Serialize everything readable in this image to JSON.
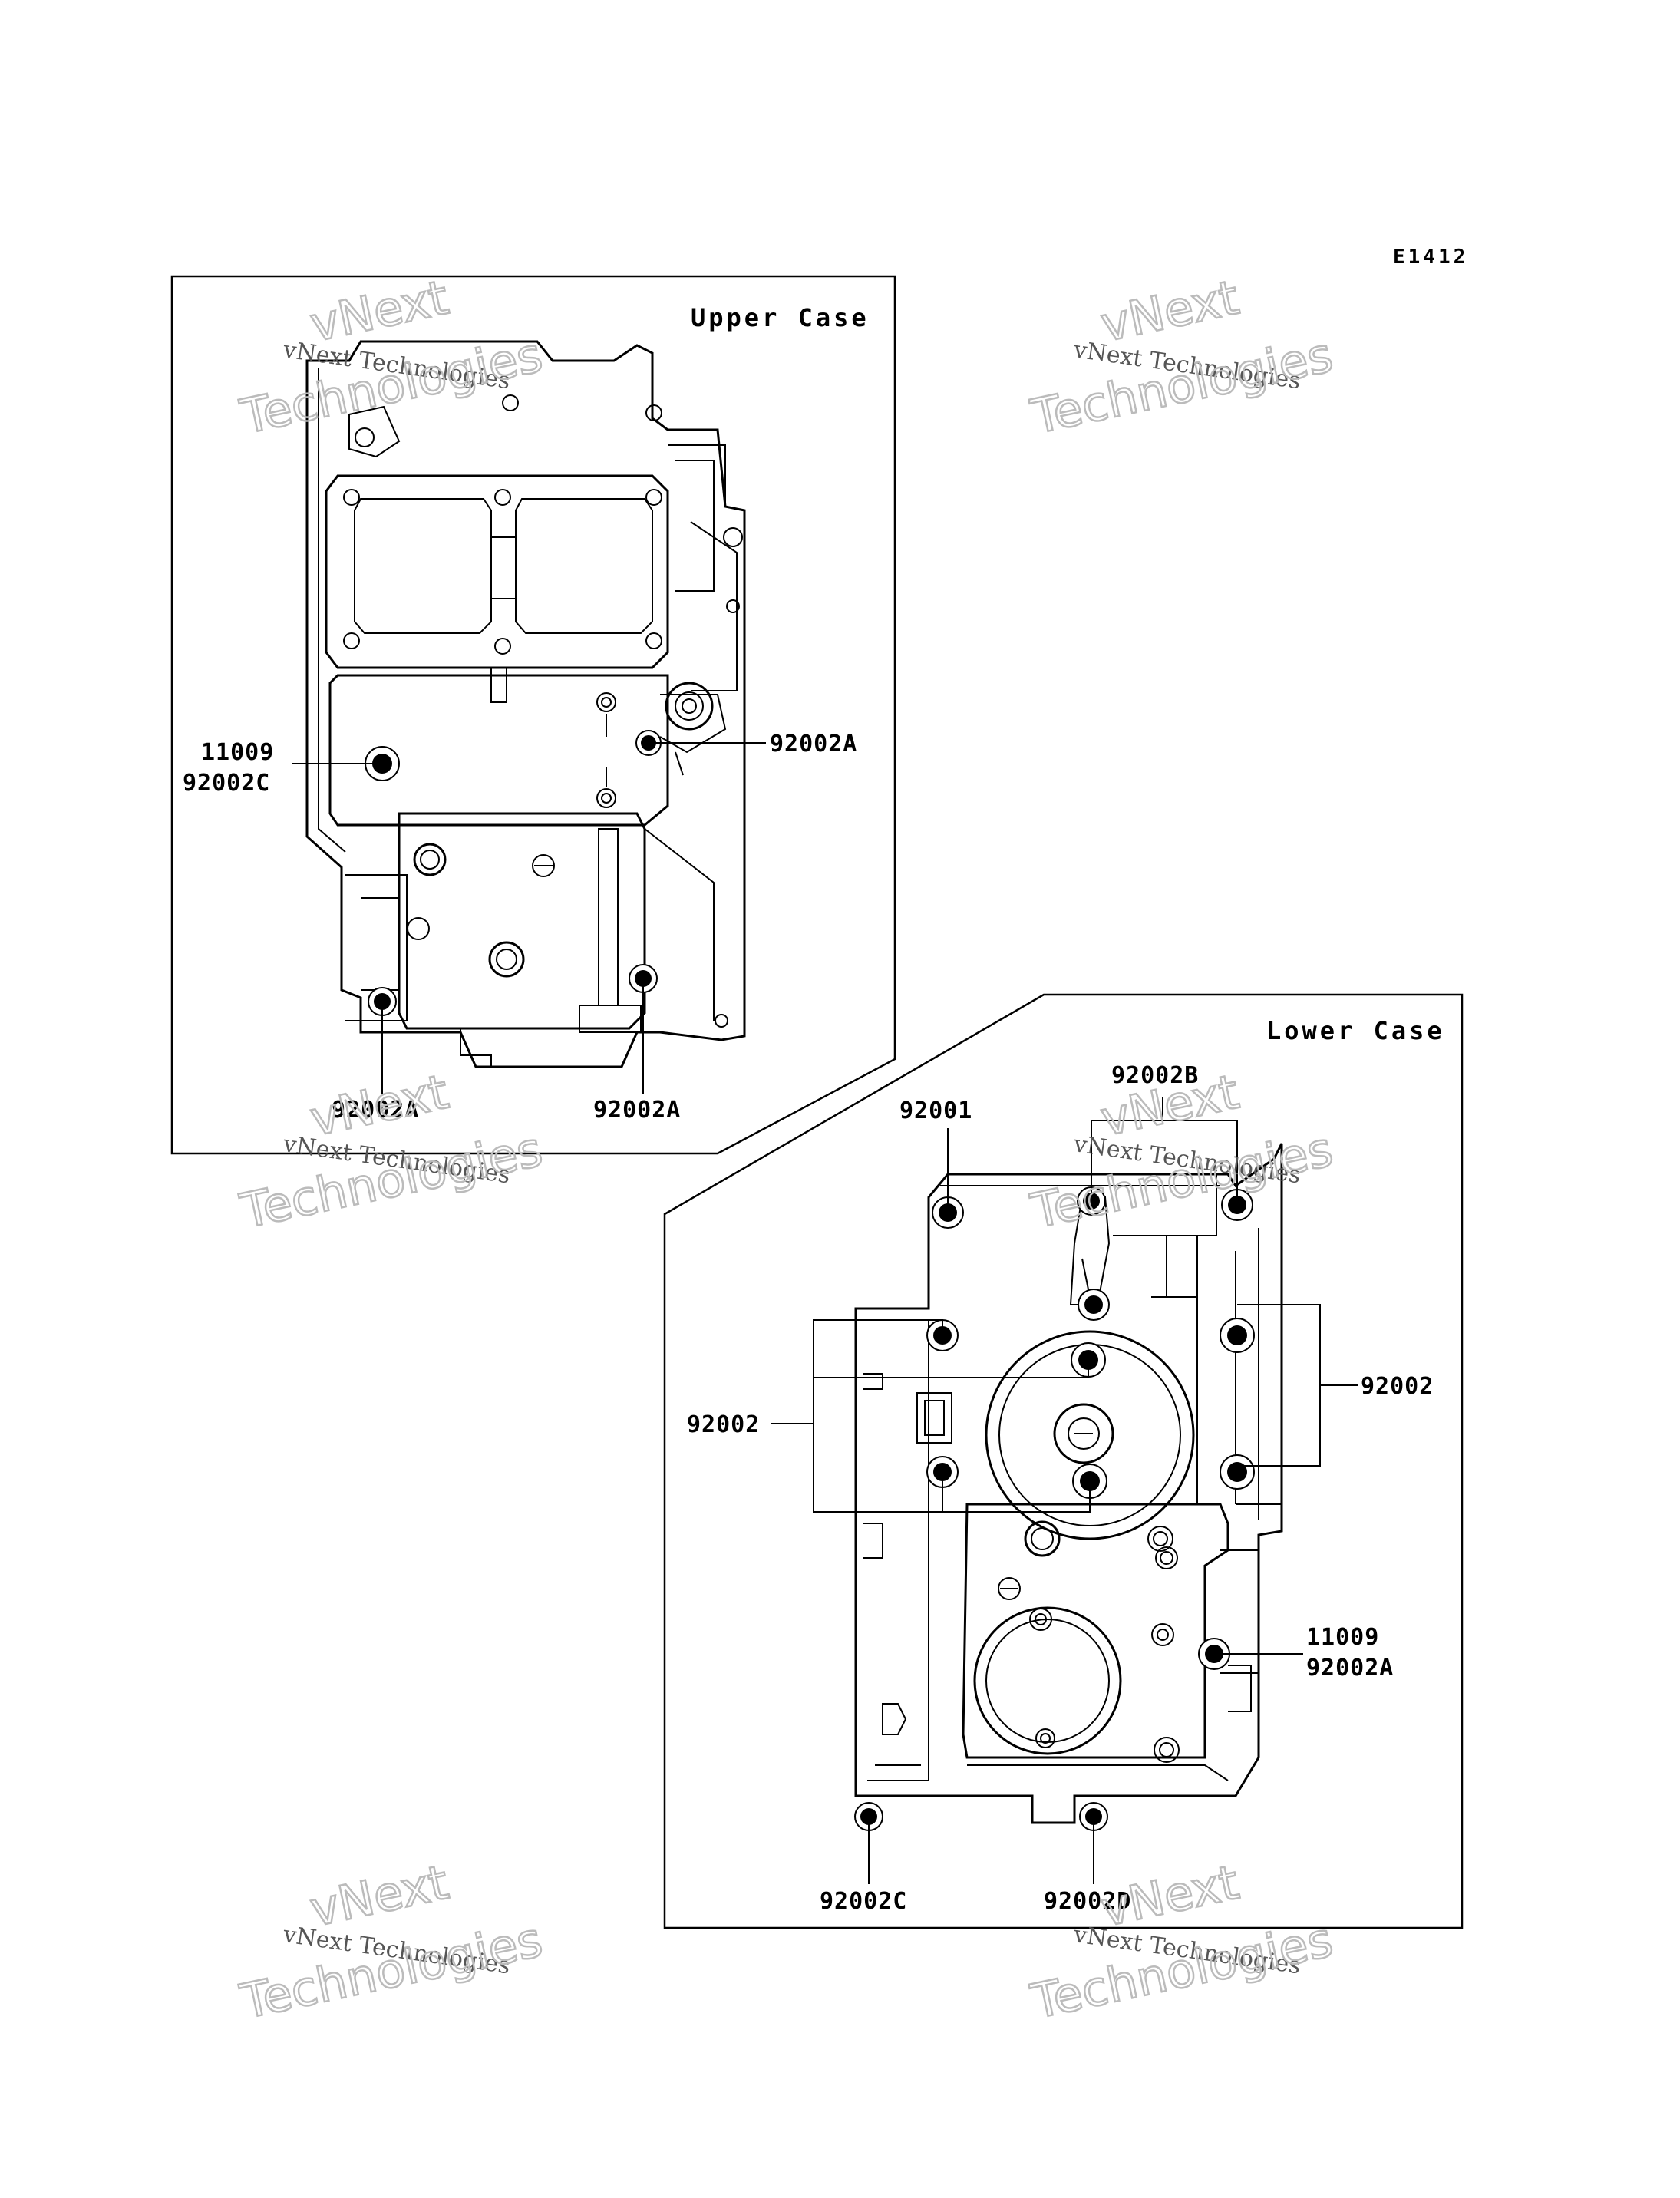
{
  "diagram_code": "E1412",
  "watermark": {
    "line1": "vNext",
    "line2": "vNext Technologies",
    "line3": "Technologies"
  },
  "upper_case": {
    "title": "Upper Case",
    "callouts": {
      "top_right": "92002A",
      "left_a": "11009",
      "left_b": "92002C",
      "bottom_left": "92002A",
      "bottom_right": "92002A"
    }
  },
  "lower_case": {
    "title": "Lower Case",
    "callouts": {
      "top_center": "92002B",
      "top_left": "92001",
      "left": "92002",
      "right": "92002",
      "right_lower_a": "11009",
      "right_lower_b": "92002A",
      "bottom_left": "92002C",
      "bottom_right": "92002D"
    }
  }
}
